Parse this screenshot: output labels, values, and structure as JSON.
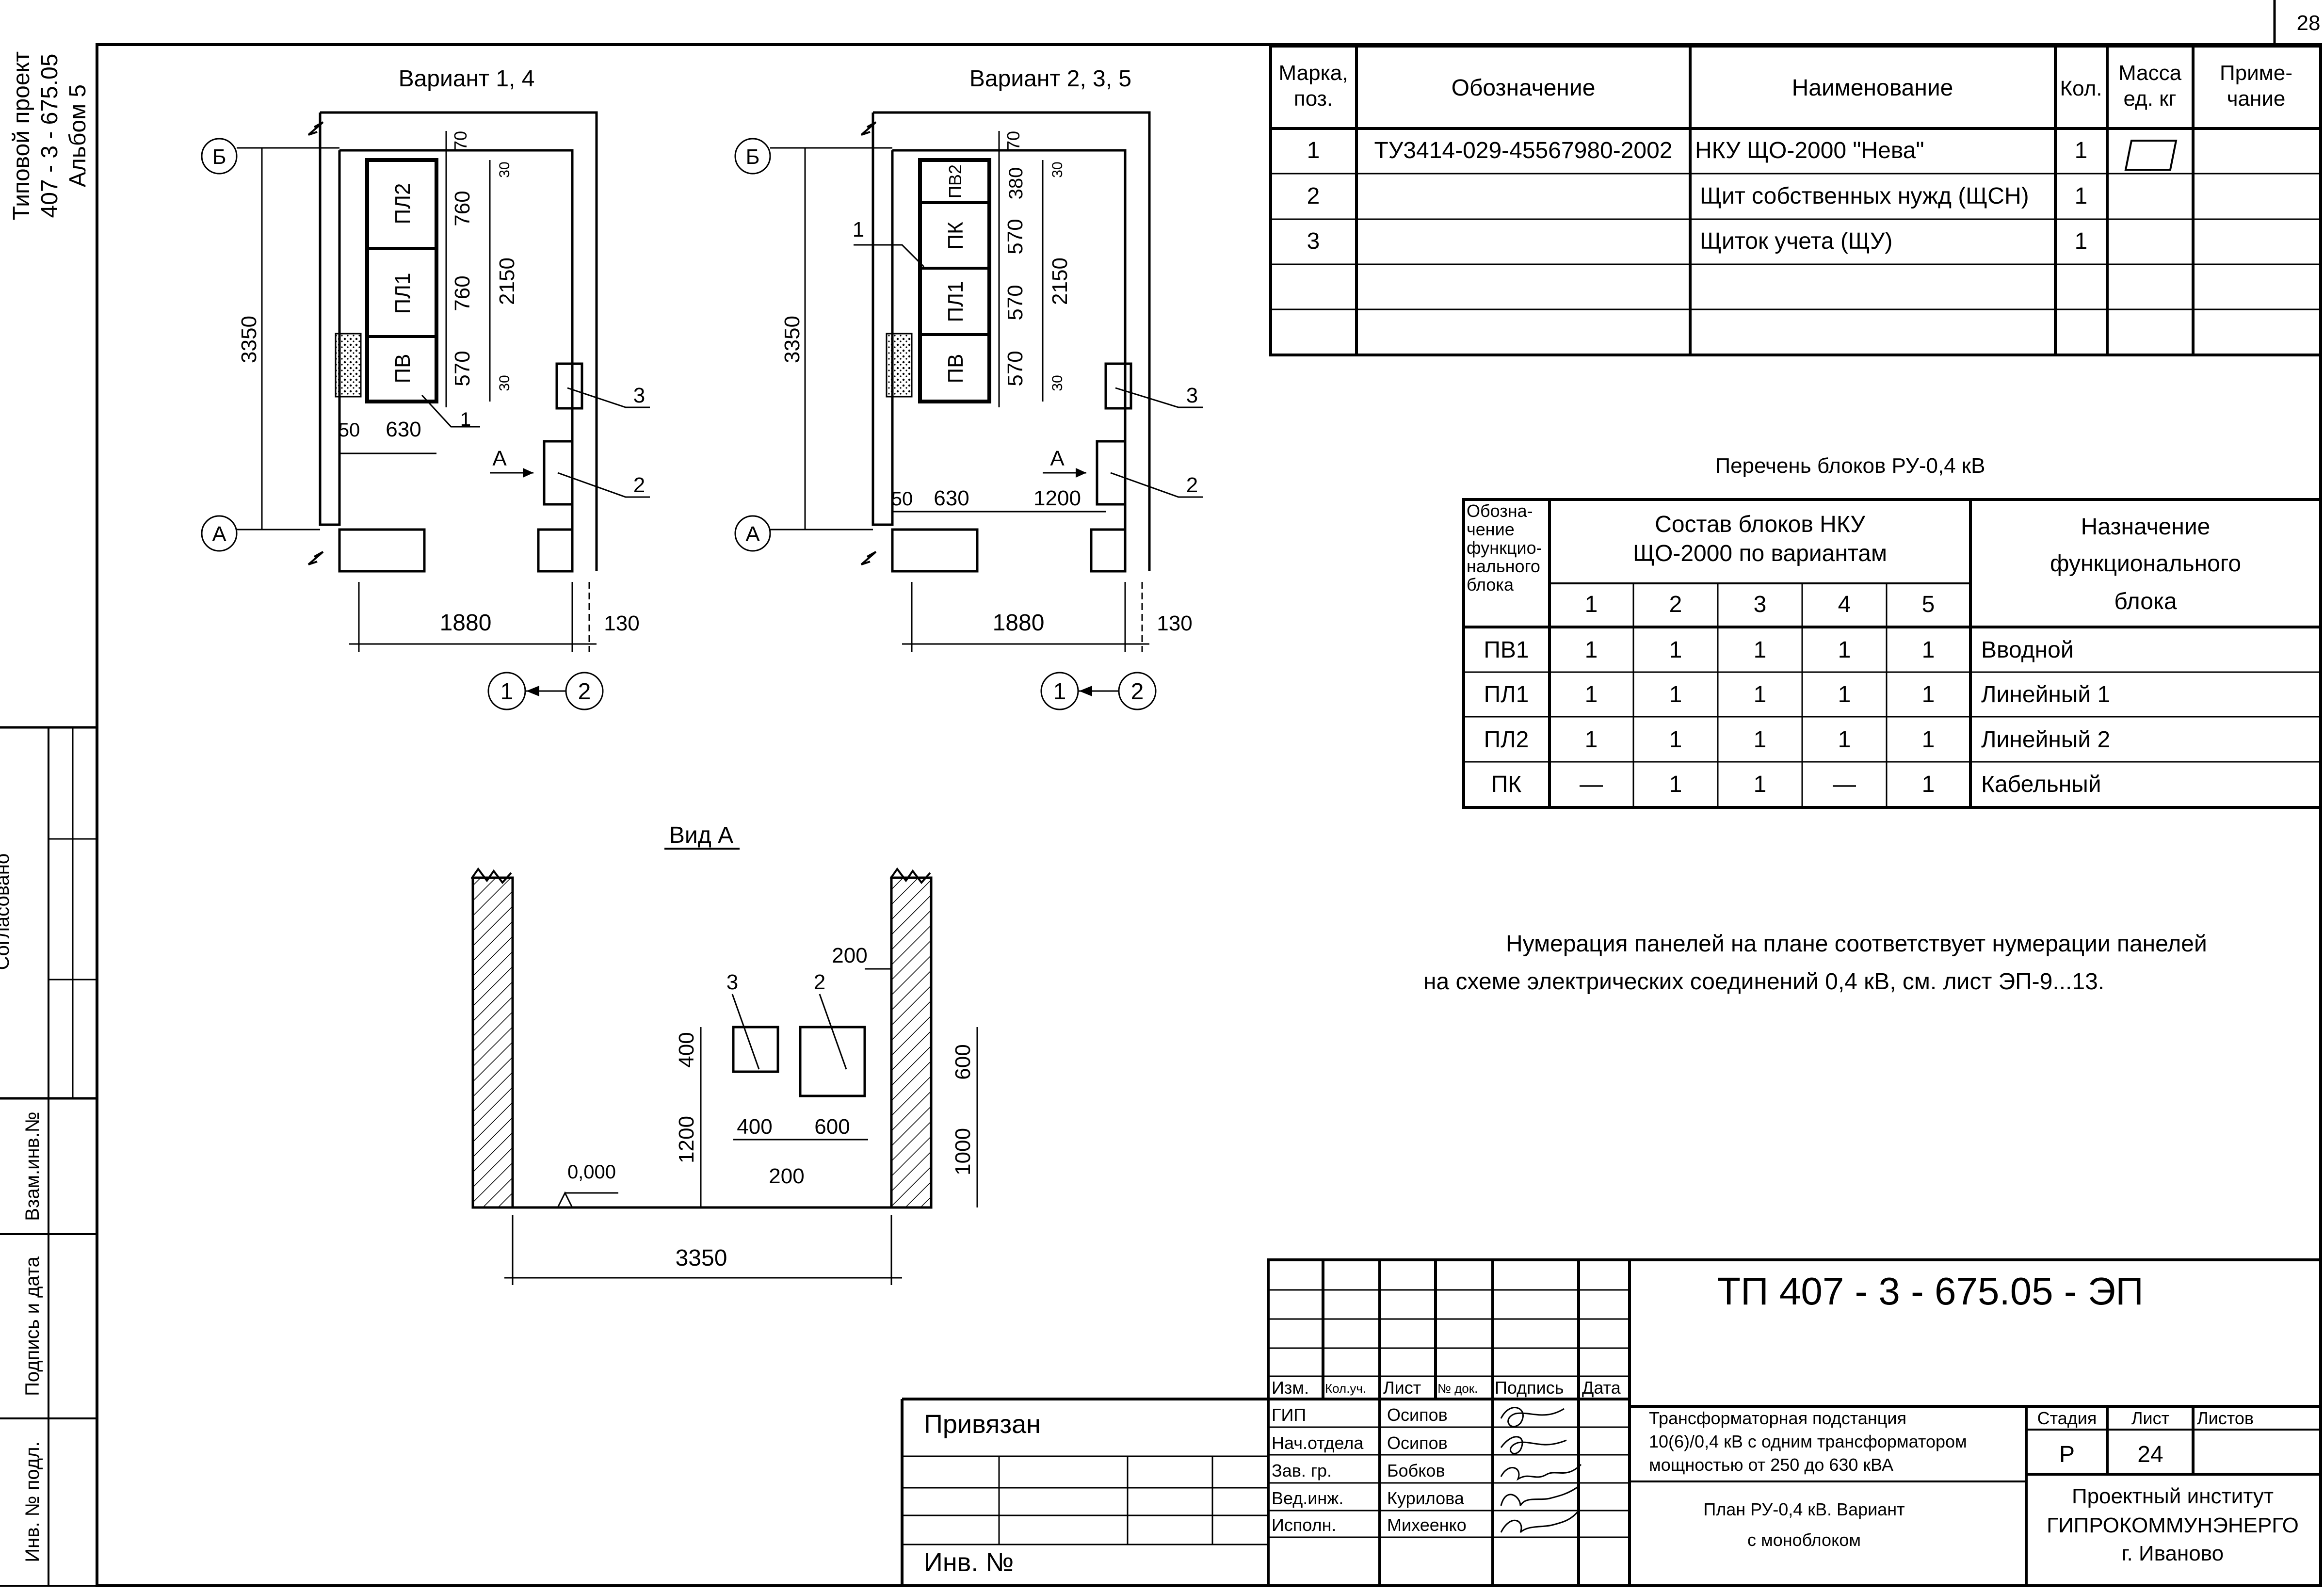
{
  "page_number": "28",
  "side_stamp": {
    "line1": "Типовой проект",
    "line2": "407 - 3 - 675.05",
    "line3": "Альбом  5",
    "agreed": "Согласовано",
    "col1": "Взам.инв.№",
    "col2": "Подпись и дата",
    "col3": "Инв. № подл."
  },
  "plans": {
    "left_title": "Вариант 1, 4",
    "right_title": "Вариант 2, 3, 5",
    "axis_b": "Б",
    "axis_a": "А",
    "axis_1": "1",
    "axis_2": "2",
    "left": {
      "panels": [
        "ПЛ2",
        "ПЛ1",
        "ПВ"
      ],
      "dims_panels": [
        "760",
        "760",
        "570"
      ],
      "dim_70": "70",
      "dim_30a": "30",
      "dim_30b": "30",
      "dim_2150": "2150",
      "dim_3350": "3350",
      "dim_50": "50",
      "dim_630": "630",
      "dim_1880": "1880",
      "dim_130": "130",
      "label_1": "1",
      "label_2": "2",
      "label_3": "3",
      "label_A": "А"
    },
    "right": {
      "panels": [
        "ПВ2",
        "ПК",
        "ПЛ1",
        "ПВ"
      ],
      "dims_panels": [
        "380",
        "570",
        "570",
        "570"
      ],
      "dim_70": "70",
      "dim_30a": "30",
      "dim_30b": "30",
      "dim_2150": "2150",
      "dim_3350": "3350",
      "dim_50": "50",
      "dim_630": "630",
      "dim_1200": "1200",
      "dim_1880": "1880",
      "dim_130": "130",
      "label_1": "1",
      "label_2": "2",
      "label_3": "3",
      "label_A": "А"
    }
  },
  "view_a": {
    "title": "Вид А",
    "label_3": "3",
    "label_2": "2",
    "dim_200_top": "200",
    "dim_400_v": "400",
    "dim_1200": "1200",
    "dim_400_h": "400",
    "dim_600_h": "600",
    "dim_200_bottom": "200",
    "dim_600_v": "600",
    "dim_1000": "1000",
    "level": "0,000",
    "dim_3350": "3350"
  },
  "spec_table": {
    "headers": [
      "Марка, поз.",
      "Обозначение",
      "Наименование",
      "Кол.",
      "Масса ед. кг",
      "Приме- чание"
    ],
    "rows": [
      [
        "1",
        "ТУ3414-029-45567980-2002",
        "НКУ ЩО-2000 \"Нева\"",
        "1",
        "",
        ""
      ],
      [
        "2",
        "",
        "Щит собственных нужд (ЩСН)",
        "1",
        "",
        ""
      ],
      [
        "3",
        "",
        "Щиток учета (ЩУ)",
        "1",
        "",
        ""
      ],
      [
        "",
        "",
        "",
        "",
        "",
        ""
      ],
      [
        "",
        "",
        "",
        "",
        "",
        ""
      ]
    ]
  },
  "blocks_table": {
    "title": "Перечень блоков РУ-0,4 кВ",
    "head_col1": [
      "Обозна-",
      "чение",
      "функцио-",
      "нального",
      "блока"
    ],
    "head_group": [
      "Состав блоков НКУ",
      "ЩО-2000 по вариантам"
    ],
    "variants": [
      "1",
      "2",
      "3",
      "4",
      "5"
    ],
    "head_purpose": [
      "Назначение",
      "функционального",
      "блока"
    ],
    "rows": [
      {
        "code": "ПВ1",
        "values": [
          "1",
          "1",
          "1",
          "1",
          "1"
        ],
        "purpose": "Вводной"
      },
      {
        "code": "ПЛ1",
        "values": [
          "1",
          "1",
          "1",
          "1",
          "1"
        ],
        "purpose": "Линейный 1"
      },
      {
        "code": "ПЛ2",
        "values": [
          "1",
          "1",
          "1",
          "1",
          "1"
        ],
        "purpose": "Линейный 2"
      },
      {
        "code": "ПК",
        "values": [
          "—",
          "1",
          "1",
          "—",
          "1"
        ],
        "purpose": "Кабельный"
      }
    ]
  },
  "note": {
    "line1": "Нумерация панелей на плане соответствует нумерации панелей",
    "line2": "на схеме электрических соединений 0,4 кВ, см. лист ЭП-9...13."
  },
  "title_block": {
    "code": "ТП  407 - 3 - 675.05 - ЭП",
    "bound": "Привязан",
    "inv": "Инв. №",
    "col_heads": [
      "Изм.",
      "Кол.уч.",
      "Лист",
      "№ док.",
      "Подпись",
      "Дата"
    ],
    "roles": [
      "ГИП",
      "Нач.отдела",
      "Зав. гр.",
      "Вед.инж.",
      "Исполн."
    ],
    "names": [
      "Осипов",
      "Осипов",
      "Бобков",
      "Курилова",
      "Михеенко"
    ],
    "object_line1": "Трансформаторная подстанция",
    "object_line2": "10(6)/0,4 кВ с одним трансформатором",
    "object_line3": "мощностью от 250 до 630 кВА",
    "sheet_line1": "План РУ-0,4 кВ. Вариант",
    "sheet_line2": "с моноблоком",
    "stage_label": "Стадия",
    "sheet_label": "Лист",
    "sheets_label": "Листов",
    "stage": "Р",
    "sheet": "24",
    "org_line1": "Проектный институт",
    "org_line2": "ГИПРОКОММУНЭНЕРГО",
    "org_line3": "г. Иваново"
  }
}
